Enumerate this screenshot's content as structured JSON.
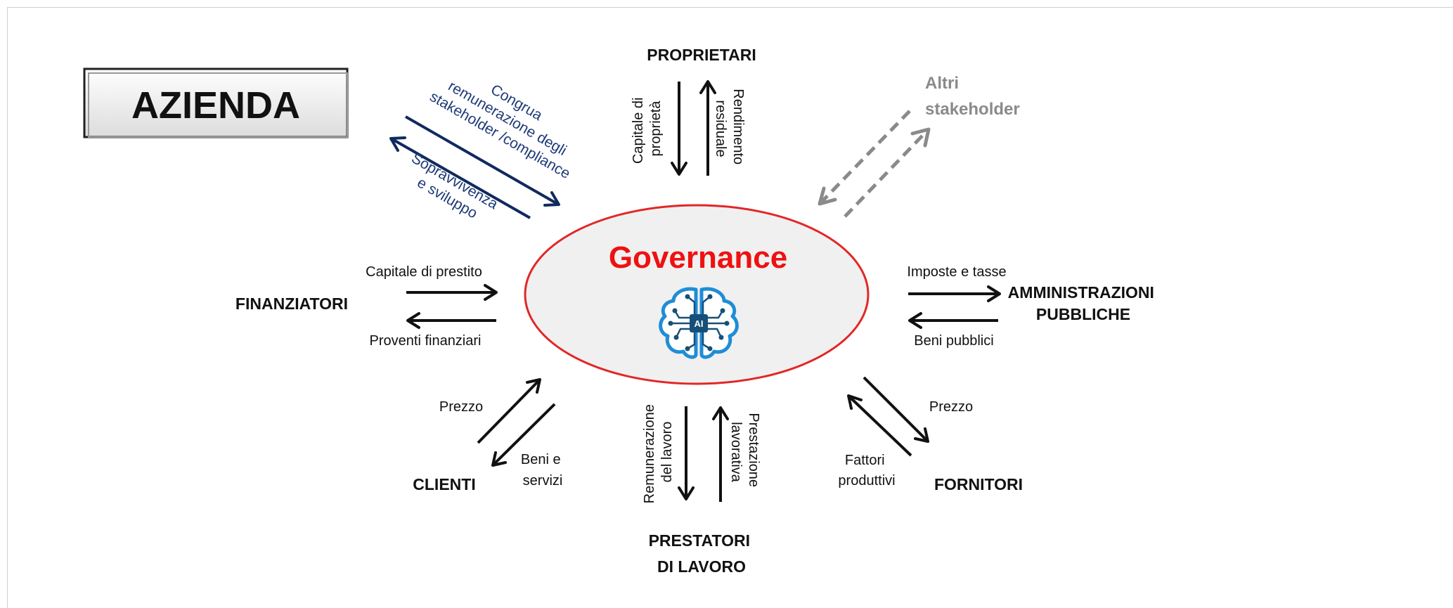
{
  "title_box": {
    "label": "AZIENDA"
  },
  "center": {
    "label": "Governance",
    "icon": "ai-brain-icon"
  },
  "stakeholders": {
    "proprietari": "PROPRIETARI",
    "altri": {
      "line1": "Altri",
      "line2": "stakeholder"
    },
    "finanziatori": "FINANZIATORI",
    "amministrazioni": {
      "line1": "AMMINISTRAZIONI",
      "line2": "PUBBLICHE"
    },
    "clienti": "CLIENTI",
    "fornitori": "FORNITORI",
    "prestatori": {
      "line1": "PRESTATORI",
      "line2": "DI LAVORO"
    }
  },
  "flows": {
    "proprietari_in": {
      "line1": "Capitale di",
      "line2": "proprietà"
    },
    "proprietari_out": {
      "line1": "Rendimento",
      "line2": "residuale"
    },
    "azienda_out": {
      "line1": "Congrua",
      "line2": "remunerazione degli",
      "line3": "stakeholder /compliance"
    },
    "azienda_in": {
      "line1": "Sopravvivenza",
      "line2": "e sviluppo"
    },
    "finanziatori_in": "Capitale di prestito",
    "finanziatori_out": "Proventi finanziari",
    "amministrazioni_out": "Imposte e tasse",
    "amministrazioni_in": "Beni pubblici",
    "clienti_in": "Prezzo",
    "clienti_out": {
      "line1": "Beni e",
      "line2": "servizi"
    },
    "fornitori_out": "Prezzo",
    "fornitori_in": {
      "line1": "Fattori",
      "line2": "produttivi"
    },
    "prestatori_out": {
      "line1": "Remunerazione",
      "line2": "del lavoro"
    },
    "prestatori_in": {
      "line1": "Prestazione",
      "line2": "lavorativa"
    }
  },
  "colors": {
    "governance_text": "#ee1111",
    "ellipse_border": "#e32626",
    "ellipse_fill": "#f0f0f0",
    "navy_arrows": "#102a5e",
    "gray_dashed": "#8a8a8a"
  }
}
